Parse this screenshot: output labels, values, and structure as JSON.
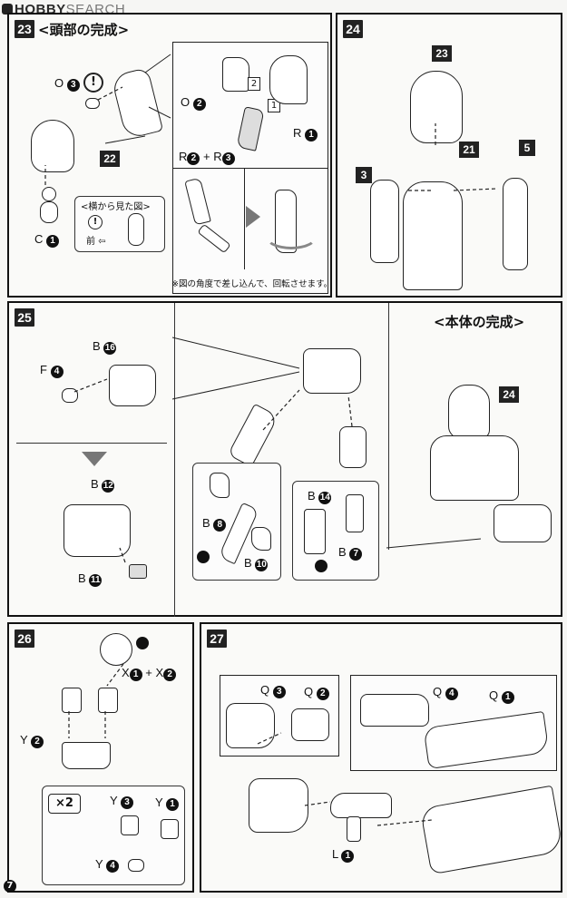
{
  "watermark": {
    "brand_a": "HOBBY",
    "brand_b": "SEARCH"
  },
  "page_number": "7",
  "step23": {
    "number": "23",
    "title": "<頭部の完成>",
    "labels": {
      "o3": {
        "letter": "O",
        "n": "3"
      },
      "o2": {
        "letter": "O",
        "n": "2"
      },
      "r1": {
        "letter": "R",
        "n": "1"
      },
      "r2r3": {
        "a": "R",
        "an": "2",
        "plus": "+",
        "b": "R",
        "bn": "3"
      },
      "c1": {
        "letter": "C",
        "n": "1"
      },
      "p22": "22",
      "seq1": "1",
      "seq2": "2"
    },
    "side_view": {
      "title": "<横から見た図>",
      "front": "前"
    },
    "note": "※図の角度で差し込んで、回転させます。"
  },
  "step24": {
    "number": "24",
    "parts": {
      "p23": "23",
      "p21": "21",
      "p3": "3",
      "p5": "5"
    }
  },
  "step25": {
    "number": "25",
    "title": "<本体の完成>",
    "labels": {
      "b16": {
        "letter": "B",
        "n": "16"
      },
      "f4": {
        "letter": "F",
        "n": "4"
      },
      "b12": {
        "letter": "B",
        "n": "12"
      },
      "b11": {
        "letter": "B",
        "n": "11"
      },
      "b8": {
        "letter": "B",
        "n": "8"
      },
      "b10": {
        "letter": "B",
        "n": "10"
      },
      "b14": {
        "letter": "B",
        "n": "14"
      },
      "b7": {
        "letter": "B",
        "n": "7"
      },
      "p24": "24"
    }
  },
  "step26": {
    "number": "26",
    "labels": {
      "x1x2": {
        "a": "X",
        "an": "1",
        "plus": "+",
        "b": "X",
        "bn": "2"
      },
      "y2": {
        "letter": "Y",
        "n": "2"
      },
      "y3": {
        "letter": "Y",
        "n": "3"
      },
      "y1": {
        "letter": "Y",
        "n": "1"
      },
      "y4": {
        "letter": "Y",
        "n": "4"
      },
      "times": "×2"
    }
  },
  "step27": {
    "number": "27",
    "labels": {
      "q3": {
        "letter": "Q",
        "n": "3"
      },
      "q2": {
        "letter": "Q",
        "n": "2"
      },
      "q4": {
        "letter": "Q",
        "n": "4"
      },
      "q1": {
        "letter": "Q",
        "n": "1"
      },
      "l1": {
        "letter": "L",
        "n": "1"
      }
    }
  }
}
